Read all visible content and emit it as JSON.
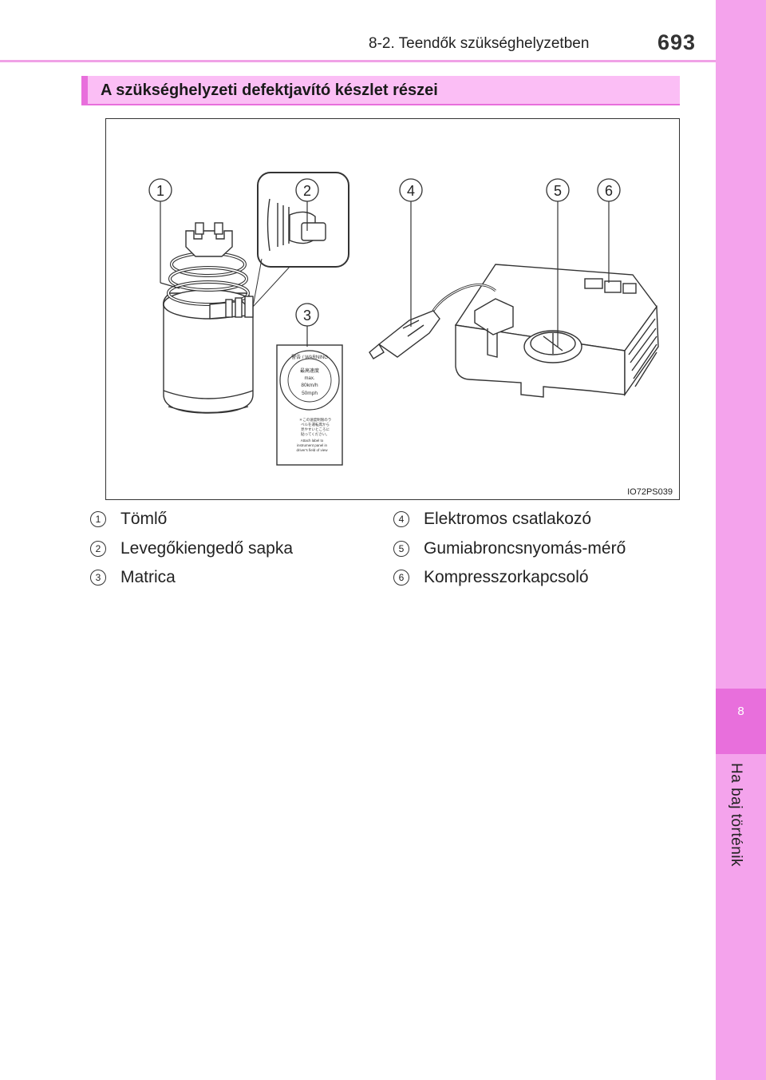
{
  "header": {
    "section": "8-2. Teendők szükséghelyzetben",
    "page_number": "693"
  },
  "side_tab": {
    "chapter_number": "8",
    "chapter_title": "Ha baj történik"
  },
  "title": "A szükséghelyzeti defektjavító készlet részei",
  "figure": {
    "code": "IO72PS039",
    "callouts": [
      "1",
      "2",
      "3",
      "4",
      "5",
      "6"
    ],
    "label_text": {
      "warning": "警告 / WARNING",
      "speed_title": "最高速度",
      "max": "max.",
      "kmh": "80km/h",
      "mph": "50mph",
      "jp_note_1": "＊この速度制限のラ",
      "jp_note_2": "ベルを運転席から",
      "jp_note_3": "見やすいところに",
      "jp_note_4": "貼ってください。",
      "en_note_1": "Attach label to",
      "en_note_2": "instrument panel in",
      "en_note_3": "driver's field of view"
    }
  },
  "legend": [
    {
      "num": "1",
      "text": "Tömlő"
    },
    {
      "num": "2",
      "text": "Levegőkiengedő sapka"
    },
    {
      "num": "3",
      "text": "Matrica"
    },
    {
      "num": "4",
      "text": "Elektromos csatlakozó"
    },
    {
      "num": "5",
      "text": "Gumiabroncsnyomás-mérő"
    },
    {
      "num": "6",
      "text": "Kompresszorkapcsoló"
    }
  ],
  "colors": {
    "accent": "#e86fdc",
    "tab": "#f4a3ec",
    "title_bg": "#fbbef5"
  }
}
